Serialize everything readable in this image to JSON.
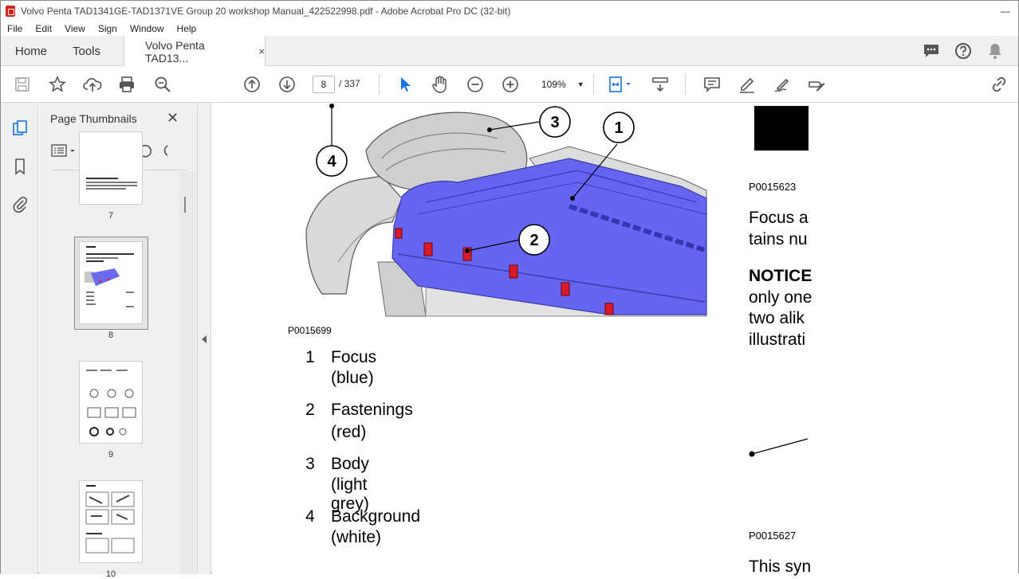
{
  "window": {
    "title": "Volvo Penta TAD1341GE-TAD1371VE Group 20 workshop Manual_422522998.pdf - Adobe Acrobat Pro DC (32-bit)",
    "minimize": "—"
  },
  "menu": [
    "File",
    "Edit",
    "View",
    "Sign",
    "Window",
    "Help"
  ],
  "tabs": {
    "home": "Home",
    "tools": "Tools",
    "doc": "Volvo Penta TAD13...",
    "doc_close": "×"
  },
  "toolbar": {
    "page_current": "8",
    "page_total": "/ 337",
    "zoom": "109%"
  },
  "thumbnails": {
    "title": "Page Thumbnails",
    "close": "✕",
    "pages": [
      "7",
      "8",
      "9",
      "10"
    ]
  },
  "document": {
    "figure_code": "P0015699",
    "callouts": [
      "1",
      "2",
      "3",
      "4"
    ],
    "legend": [
      {
        "num": "1",
        "label": "Focus",
        "sub": "(blue)"
      },
      {
        "num": "2",
        "label": "Fastenings",
        "sub": "(red)"
      },
      {
        "num": "3",
        "label": "Body",
        "sub": "(light grey)"
      },
      {
        "num": "4",
        "label": "Background",
        "sub": "(white)"
      }
    ],
    "right": {
      "code1": "P0015623",
      "line1": "Focus a",
      "line2": "tains nu",
      "notice": "NOTICE",
      "line3": "only one",
      "line4": "two alik",
      "line5": "illustrati",
      "code2": "P0015627",
      "line6": "This syn"
    }
  }
}
